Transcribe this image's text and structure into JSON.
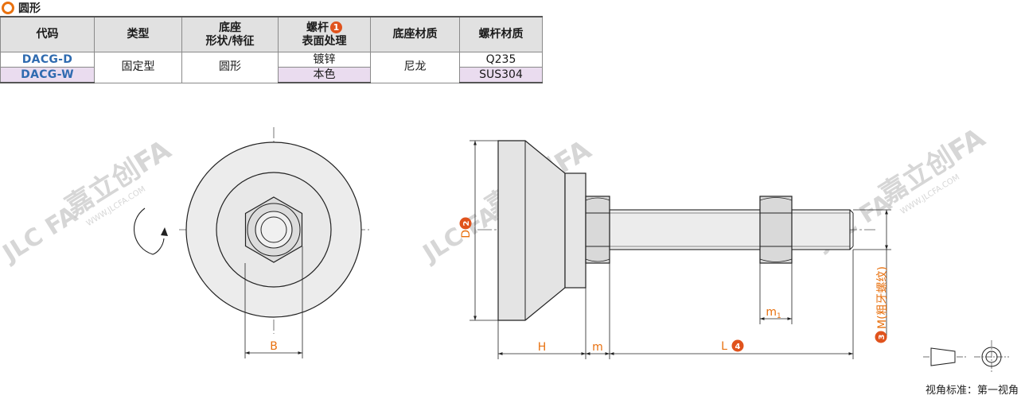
{
  "section": {
    "title": "圆形"
  },
  "table": {
    "headers": {
      "code": "代码",
      "type": "类型",
      "base_shape_line1": "底座",
      "base_shape_line2": "形状/特征",
      "screw_line1": "螺杆",
      "screw_badge": "1",
      "screw_line2": "表面处理",
      "base_material": "底座材质",
      "screw_material": "螺杆材质"
    },
    "rows": [
      {
        "code": "DACG-D",
        "type": "固定型",
        "shape": "圆形",
        "surface": "镀锌",
        "base_material": "尼龙",
        "screw_material": "Q235"
      },
      {
        "code": "DACG-W",
        "surface": "本色",
        "screw_material": "SUS304"
      }
    ]
  },
  "drawing": {
    "labels": {
      "B": "B",
      "D": "D",
      "D_badge": "2",
      "H": "H",
      "m": "m",
      "L": "L",
      "L_badge": "4",
      "m1_main": "m",
      "m1_sub": "1",
      "M_badge": "3",
      "M_text": "M(粗牙螺纹)"
    },
    "watermark": {
      "brand": "嘉立创FA",
      "url": "WWW.JLCFA.COM",
      "logo": "JLC FA"
    },
    "projection_note": "视角标准：第一视角"
  }
}
